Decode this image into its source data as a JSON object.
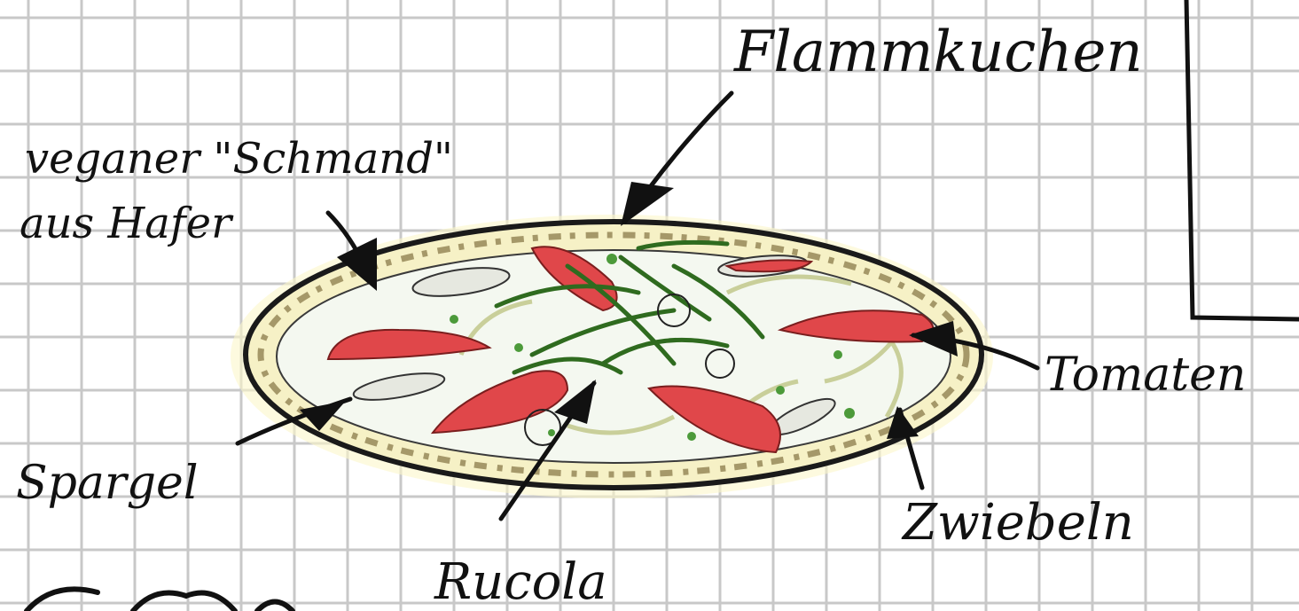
{
  "labels": {
    "flammkuchen": "Flammkuchen",
    "schmand_line1": "veganer \"Schmand\"",
    "schmand_line2": "aus Hafer",
    "tomaten": "Tomaten",
    "spargel": "Spargel",
    "rucola": "Rucola",
    "zwiebeln": "Zwiebeln"
  },
  "colors": {
    "grid": "#c8c8c8",
    "ink": "#111111",
    "crust_fill": "#f7f3c8",
    "crust_edge": "#8a7a4a",
    "tomato": "#e0474a",
    "rucola": "#2f6b1f",
    "onion": "#e8eccc"
  }
}
